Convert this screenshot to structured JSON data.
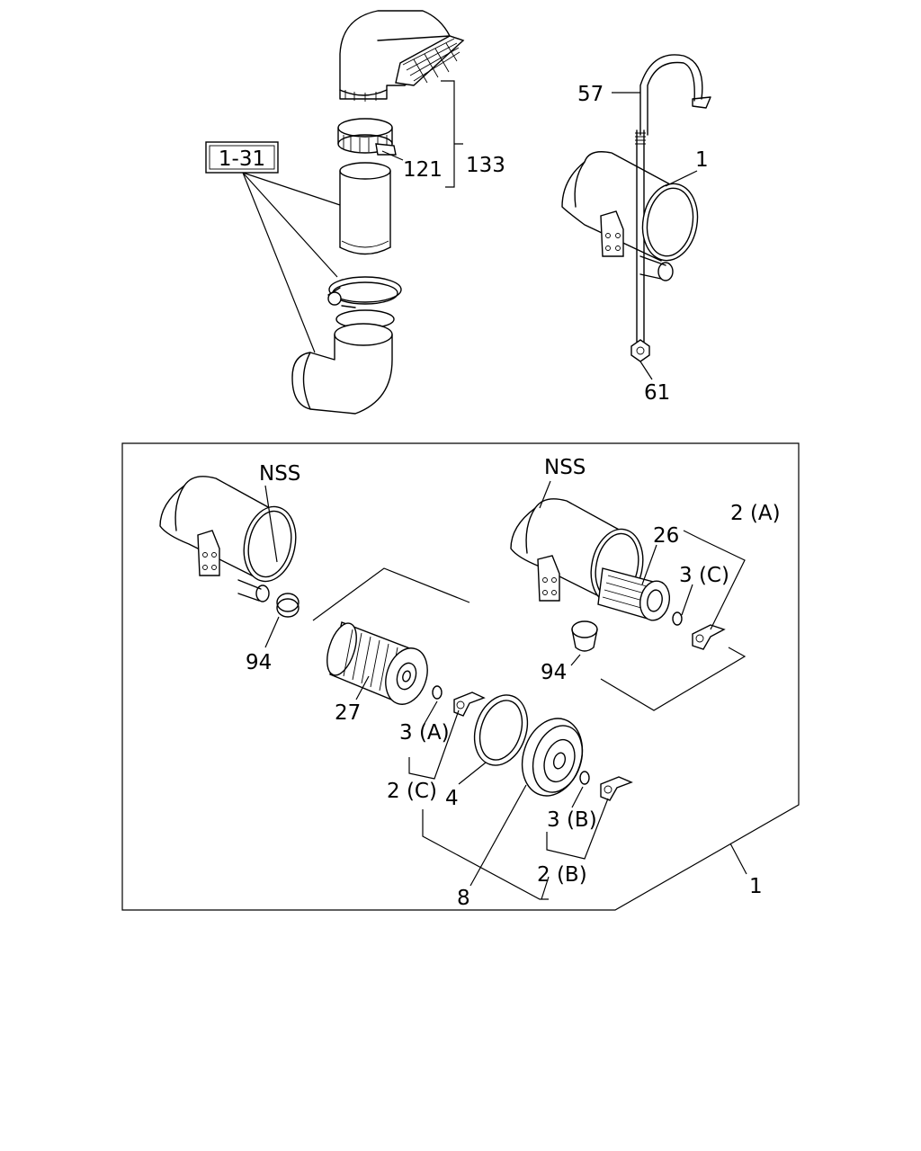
{
  "diagram": {
    "ref_box": "1-31",
    "labels": {
      "p133": "133",
      "p121": "121",
      "p57": "57",
      "p1_top": "1",
      "p61": "61",
      "nss_left": "NSS",
      "nss_right": "NSS",
      "p26": "26",
      "p2a": "2 (A)",
      "p3c": "3 (C)",
      "p94_left": "94",
      "p94_right": "94",
      "p27": "27",
      "p3a": "3 (A)",
      "p2c": "2 (C)",
      "p4": "4",
      "p3b": "3 (B)",
      "p2b": "2 (B)",
      "p8": "8",
      "p1_bottom": "1"
    }
  }
}
